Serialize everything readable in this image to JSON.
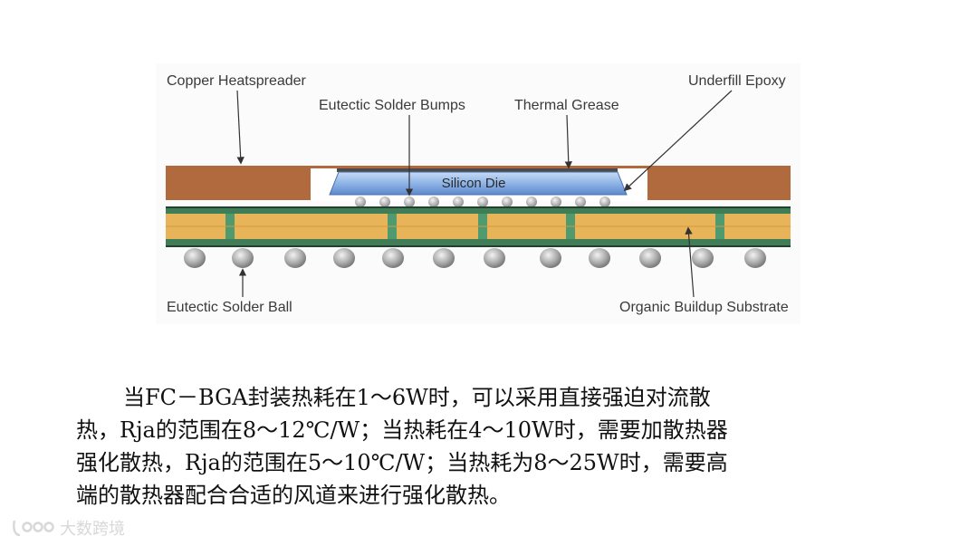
{
  "diagram": {
    "labels": {
      "copper_heatspreader": "Copper Heatspreader",
      "eutectic_solder_bumps": "Eutectic Solder Bumps",
      "thermal_grease": "Thermal Grease",
      "underfill_epoxy": "Underfill Epoxy",
      "silicon_die": "Silicon Die",
      "eutectic_solder_ball": "Eutectic Solder Ball",
      "organic_buildup_substrate": "Organic Buildup Substrate"
    },
    "colors": {
      "copper": "#b06a3e",
      "substrate": "#e8b45a",
      "via": "#4f9a6e",
      "die": "#7fa8e0",
      "solder_ball": "#a9a9a9",
      "dark_line": "#2a3c2e"
    }
  },
  "paragraph": {
    "lines": [
      "当FC－BGA封装热耗在1～6W时，可以采用直接强迫对流散",
      "热，Rja的范围在8～12℃/W；当热耗在4～10W时，需要加散热器",
      "强化散热，Rja的范围在5～10℃/W；当热耗为8～25W时，需要高",
      "端的散热器配合合适的风道来进行强化散热。"
    ]
  },
  "watermark": {
    "text": "大数跨境"
  }
}
